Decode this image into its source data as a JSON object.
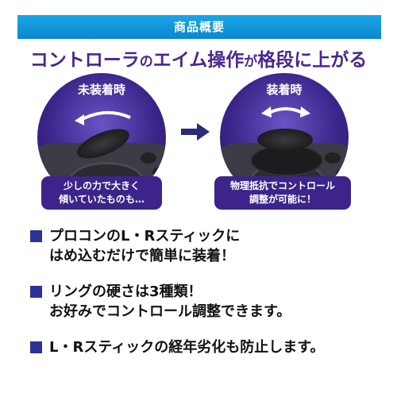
{
  "header": {
    "title": "商品概要"
  },
  "headline": {
    "part1": "コントローラ",
    "part2": "の",
    "part3": "エイム操作",
    "part4": "が",
    "part5": "格段に上がる"
  },
  "panels": {
    "left": {
      "label": "未装着時",
      "caption_line1": "少しの力で大きく",
      "caption_line2": "傾いていたものも…"
    },
    "right": {
      "label": "装着時",
      "caption_line1": "物理抵抗でコントロール",
      "caption_line2": "調整が可能に！"
    }
  },
  "features": [
    {
      "line1": "プロコンのL・Rスティックに",
      "line2": "はめ込むだけで簡単に装着！"
    },
    {
      "line1": "リングの硬さは3種類！",
      "line2": "お好みでコントロール調整できます。"
    },
    {
      "line1": "L・Rスティックの経年劣化も防止します。",
      "line2": ""
    }
  ],
  "colors": {
    "header": "#0b86cf",
    "headline": "#4b2590",
    "caption_bg": "#3c248a",
    "bullet": "#2c3394"
  }
}
